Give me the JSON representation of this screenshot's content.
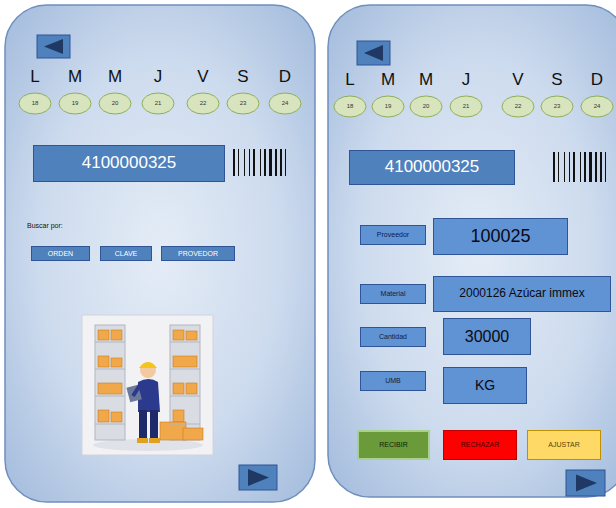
{
  "diagram": {
    "nodes": [
      {
        "text": [
          "L",
          "18"
        ]
      },
      {
        "text": [
          "M",
          "19"
        ]
      },
      {
        "text": [
          "M",
          "20"
        ]
      },
      {
        "text": [
          "J",
          "21"
        ]
      },
      {
        "text": [
          "V",
          "22"
        ]
      },
      {
        "text": [
          "S",
          "23"
        ]
      },
      {
        "text": [
          "D",
          "24"
        ]
      },
      {
        "text": [
          "4100000325"
        ]
      },
      {
        "text": [
          "ORDEN"
        ]
      },
      {
        "text": [
          "CLAVE"
        ]
      },
      {
        "text": [
          "PROVEDOR"
        ]
      },
      {
        "text": [
          "L",
          "18"
        ]
      },
      {
        "text": [
          "M",
          "19"
        ]
      },
      {
        "text": [
          "M",
          "20"
        ]
      },
      {
        "text": [
          "J",
          "21"
        ]
      },
      {
        "text": [
          "V",
          "22"
        ]
      },
      {
        "text": [
          "S",
          "23"
        ]
      },
      {
        "text": [
          "D",
          "24"
        ]
      },
      {
        "text": [
          "4100000325"
        ]
      },
      {
        "text": [
          "Proveedor"
        ]
      },
      {
        "text": [
          "100025"
        ]
      },
      {
        "text": [
          "Material"
        ]
      },
      {
        "text": [
          "2000126 Azúcar immex"
        ]
      },
      {
        "text": [
          "Cantidad"
        ]
      },
      {
        "text": [
          "30000"
        ]
      },
      {
        "text": [
          "UMB"
        ]
      },
      {
        "text": [
          "KG"
        ]
      },
      {
        "text": [
          "RECIBIR"
        ]
      },
      {
        "text": [
          "RECHAZAR"
        ]
      },
      {
        "text": [
          "AJUSTAR"
        ]
      }
    ],
    "labels": [
      "Buscar por:"
    ]
  }
}
